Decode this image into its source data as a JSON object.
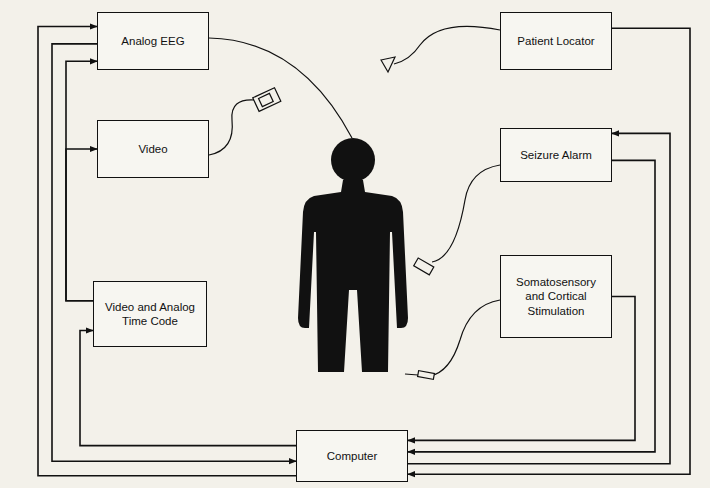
{
  "diagram": {
    "nodes": [
      {
        "text": [
          "Analog EEG"
        ]
      },
      {
        "text": [
          "Patient Locator"
        ]
      },
      {
        "text": [
          "Video"
        ]
      },
      {
        "text": [
          "Seizure Alarm"
        ]
      },
      {
        "text": [
          "Video and Analog Time Code"
        ]
      },
      {
        "text": [
          "Somatosensory and Cortical Stimulation"
        ]
      },
      {
        "text": [
          "Computer"
        ]
      }
    ],
    "edges": [
      {
        "from": 6,
        "to": 0,
        "arrow": "to"
      },
      {
        "from": 0,
        "to": 6,
        "arrow": "to"
      },
      {
        "from": 4,
        "to": 0,
        "arrow": "to"
      },
      {
        "from": 4,
        "to": 2,
        "arrow": "to"
      },
      {
        "from": 6,
        "to": 4,
        "arrow": "to"
      },
      {
        "from": 1,
        "to": 6,
        "arrow": "to"
      },
      {
        "from": 6,
        "to": 3,
        "arrow": "to"
      },
      {
        "from": 3,
        "to": 6,
        "arrow": "to"
      },
      {
        "from": 5,
        "to": 6,
        "arrow": "to"
      }
    ]
  }
}
